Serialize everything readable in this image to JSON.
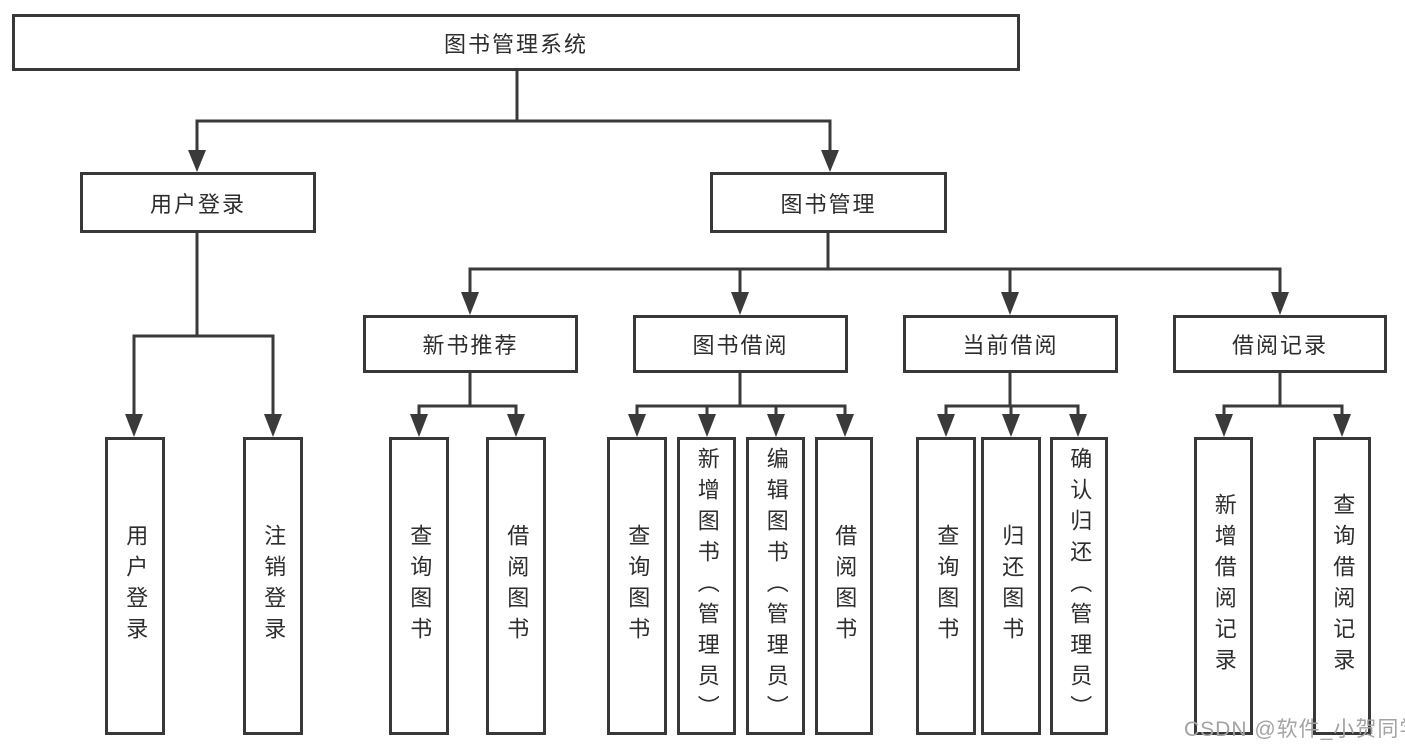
{
  "nodes": {
    "root": "图书管理系统",
    "user_login": "用户登录",
    "book_mgmt": "图书管理",
    "new_books": "新书推荐",
    "book_borrow": "图书借阅",
    "current_borrow": "当前借阅",
    "borrow_records": "借阅记录",
    "ul_login": "用户登录",
    "ul_logout": "注销登录",
    "nb_query": "查询图书",
    "nb_borrow": "借阅图书",
    "bb_query": "查询图书",
    "bb_add": "新增图书（管理员）",
    "bb_edit": "编辑图书（管理员）",
    "bb_borrow": "借阅图书",
    "cb_query": "查询图书",
    "cb_return": "归还图书",
    "cb_confirm": "确认归还（管理员）",
    "br_add": "新增借阅记录",
    "br_query": "查询借阅记录"
  },
  "watermark": "CSDN @软件_小贺同学",
  "colors": {
    "line": "#3a3a3a",
    "border": "#383838",
    "text": "#2d2d2d",
    "watermark": "#a3a3a3",
    "background": "#ffffff"
  }
}
